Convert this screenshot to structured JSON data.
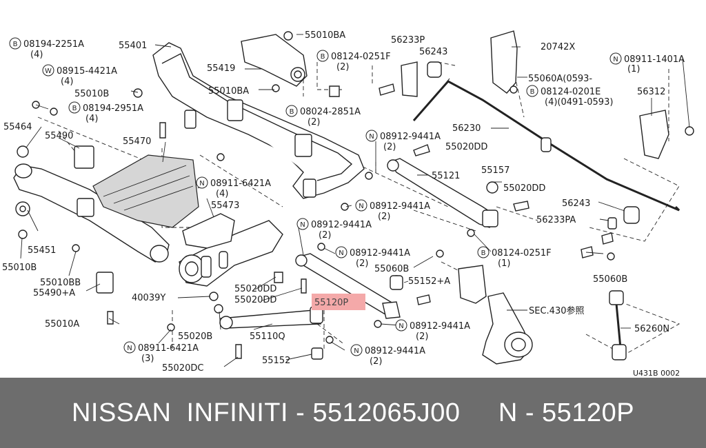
{
  "diagram": {
    "highlight_color": "#f4a9a9",
    "labels": {
      "l0": "08194-2251A",
      "l0q": "(4)",
      "l1": "08915-4421A",
      "l1q": "(4)",
      "l2": "55010B",
      "l3": "08194-2951A",
      "l3q": "(4)",
      "l4": "55464",
      "l5": "55490",
      "l6": "55470",
      "l7": "55401",
      "l8": "55419",
      "l9": "55010BA",
      "l10": "55010BA",
      "l11": "08024-2851A",
      "l11q": "(2)",
      "l12": "08124-0251F",
      "l12q": "(2)",
      "l13": "56233P",
      "l14": "56243",
      "l15": "20742X",
      "l16": "08911-1401A",
      "l16q": "(1)",
      "l17": "55060A(0593-",
      "l18": "08124-0201E",
      "l18q": "(4)(0491-0593)",
      "l19": "56312",
      "l20": "56230",
      "l21": "08912-9441A",
      "l21q": "(2)",
      "l22": "55020DD",
      "l23": "55121",
      "l24": "55157",
      "l25": "55020DD",
      "l26": "08911-6421A",
      "l26q": "(4)",
      "l27": "55473",
      "l28": "08912-9441A",
      "l28q": "(2)",
      "l29": "08912-9441A",
      "l29q": "(2)",
      "l30": "56243",
      "l31": "56233PA",
      "l32": "08912-9441A",
      "l32q": "(2)",
      "l33": "08124-0251F",
      "l33q": "(1)",
      "l34": "55060B",
      "l35": "55060B",
      "l36": "55152+A",
      "l37": "55451",
      "l38": "55010B",
      "l39": "55010BB",
      "l40": "55490+A",
      "l41": "40039Y",
      "l42": "55020DD",
      "l43": "55020DD",
      "l44": "55120P",
      "l45": "SEC.430参照",
      "l46": "55010A",
      "l47": "55020B",
      "l48": "55110Q",
      "l49": "08912-9441A",
      "l49q": "(2)",
      "l50": "56260N",
      "l51": "08911-6421A",
      "l51q": "(3)",
      "l52": "55152",
      "l53": "08912-9441A",
      "l53q": "(2)",
      "l54": "55020DC",
      "l55": "U431B 0002"
    },
    "prefix_b": "B",
    "prefix_n": "N",
    "prefix_w": "W"
  },
  "footer": {
    "text": "NISSAN  INFINITI - 5512065J00     N - 55120P"
  }
}
